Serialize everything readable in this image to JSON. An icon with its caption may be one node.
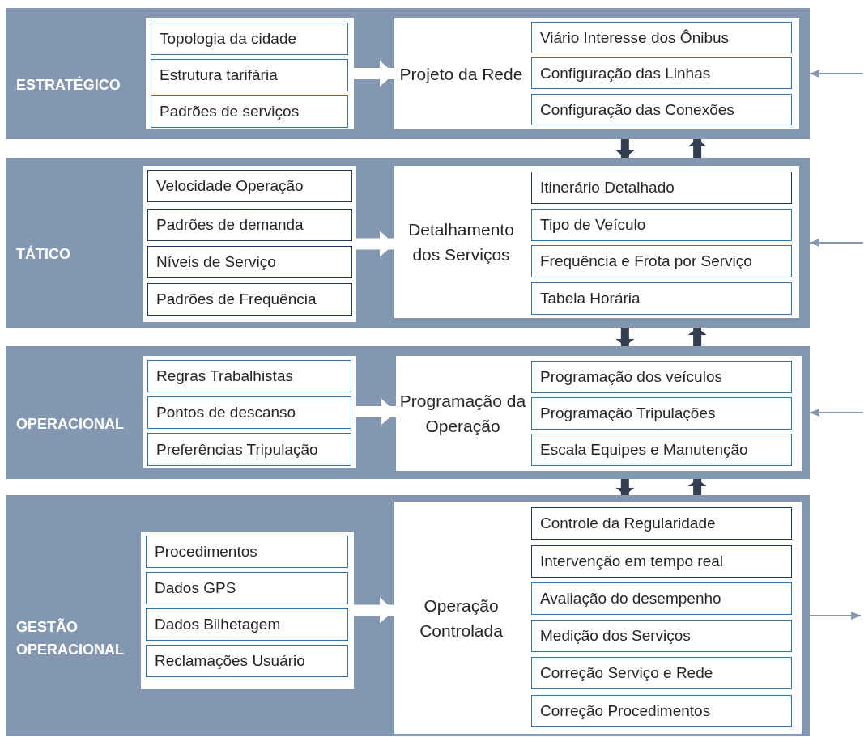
{
  "diagram": {
    "nodes": [
      {
        "text": [
          "ESTRATÉGICO"
        ]
      },
      {
        "text": [],
        "shape": "box",
        "in": 0
      },
      {
        "text": [
          "Topologia da cidade"
        ],
        "in": 1
      },
      {
        "text": [
          "Estrutura tarifária"
        ],
        "in": 1
      },
      {
        "text": [
          "Padrões de serviços"
        ],
        "in": 1
      },
      {
        "text": [
          "Projeto da Rede"
        ],
        "in": 0
      },
      {
        "text": [
          "Viário Interesse dos Ônibus"
        ],
        "in": 5
      },
      {
        "text": [
          "Configuração das Linhas"
        ],
        "in": 5
      },
      {
        "text": [
          "Configuração das Conexões"
        ],
        "in": 5
      },
      {
        "text": [
          "TÁTICO"
        ]
      },
      {
        "text": [],
        "shape": "box",
        "in": 9
      },
      {
        "text": [
          "Velocidade Operação"
        ],
        "in": 10
      },
      {
        "text": [
          "Padrões de demanda"
        ],
        "in": 10
      },
      {
        "text": [
          "Níveis de Serviço"
        ],
        "in": 10
      },
      {
        "text": [
          "Padrões de Frequência"
        ],
        "in": 10
      },
      {
        "text": [
          "Detalhamento dos Serviços"
        ],
        "in": 9
      },
      {
        "text": [
          "Itinerário Detalhado"
        ],
        "in": 15
      },
      {
        "text": [
          "Tipo de Veículo"
        ],
        "in": 15
      },
      {
        "text": [
          "Frequência e Frota por Serviço"
        ],
        "in": 15
      },
      {
        "text": [
          "Tabela Horária"
        ],
        "in": 15
      },
      {
        "text": [
          "OPERACIONAL"
        ]
      },
      {
        "text": [],
        "shape": "box",
        "in": 20
      },
      {
        "text": [
          "Regras Trabalhistas"
        ],
        "in": 21
      },
      {
        "text": [
          "Pontos de descanso"
        ],
        "in": 21
      },
      {
        "text": [
          "Preferências Tripulação"
        ],
        "in": 21
      },
      {
        "text": [
          "Programação da Operação"
        ],
        "in": 20
      },
      {
        "text": [
          "Programação dos veículos"
        ],
        "in": 25
      },
      {
        "text": [
          "Programação Tripulações"
        ],
        "in": 25
      },
      {
        "text": [
          "Escala Equipes e Manutenção"
        ],
        "in": 25
      },
      {
        "text": [
          "GESTÃO OPERACIONAL"
        ]
      },
      {
        "text": [],
        "shape": "box",
        "in": 29
      },
      {
        "text": [
          "Procedimentos"
        ],
        "in": 30
      },
      {
        "text": [
          "Dados GPS"
        ],
        "in": 30
      },
      {
        "text": [
          "Dados Bilhetagem"
        ],
        "in": 30
      },
      {
        "text": [
          "Reclamações Usuário"
        ],
        "in": 30
      },
      {
        "text": [
          "Operação Controlada"
        ],
        "in": 29
      },
      {
        "text": [
          "Controle da Regularidade"
        ],
        "in": 35
      },
      {
        "text": [
          "Intervenção em tempo real"
        ],
        "in": 35
      },
      {
        "text": [
          "Avaliação do desempenho"
        ],
        "in": 35
      },
      {
        "text": [
          "Medição dos Serviços"
        ],
        "in": 35
      },
      {
        "text": [
          "Correção Serviço e Rede"
        ],
        "in": 35
      },
      {
        "text": [
          "Correção Procedimentos"
        ],
        "in": 35
      }
    ],
    "edges": [
      {
        "from": 1,
        "to": 5,
        "arrow": "to",
        "color": "#ffffff"
      },
      {
        "from": 10,
        "to": 15,
        "arrow": "to",
        "color": "#ffffff"
      },
      {
        "from": 21,
        "to": 25,
        "arrow": "to",
        "color": "#ffffff"
      },
      {
        "from": 30,
        "to": 35,
        "arrow": "to",
        "color": "#ffffff"
      },
      {
        "from": 0,
        "to": 9,
        "arrow": "to"
      },
      {
        "from": 9,
        "to": 0,
        "arrow": "to"
      },
      {
        "from": 9,
        "to": 20,
        "arrow": "to"
      },
      {
        "from": 20,
        "to": 9,
        "arrow": "to"
      },
      {
        "from": 20,
        "to": 29,
        "arrow": "to"
      },
      {
        "from": 29,
        "to": 20,
        "arrow": "to"
      },
      {
        "from": null,
        "to": 0,
        "arrow": "to",
        "color": "#8497b0"
      },
      {
        "from": null,
        "to": 9,
        "arrow": "to",
        "color": "#8497b0"
      },
      {
        "from": null,
        "to": 20,
        "arrow": "to",
        "color": "#8497b0"
      },
      {
        "from": 29,
        "to": null,
        "arrow": "to",
        "color": "#8497b0"
      }
    ]
  }
}
